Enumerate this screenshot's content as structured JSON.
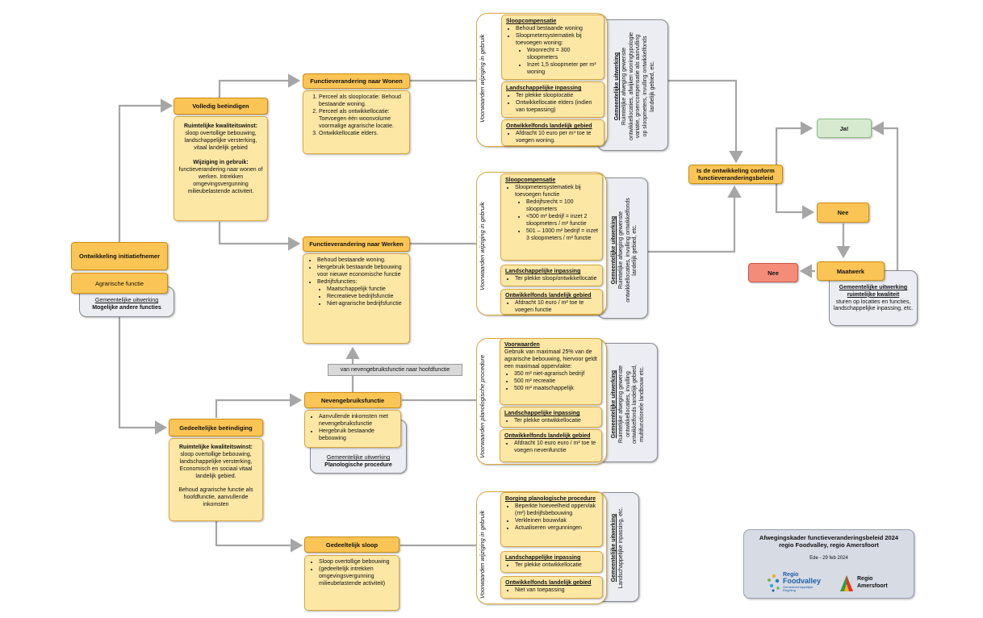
{
  "start": {
    "title": "Ontwikkeling initiatiefnemer",
    "sub": "Agrarische functie",
    "gem_title": "Gemeentelijke uitwerking",
    "gem_text": "Mogelijke andere functies"
  },
  "volledig": {
    "title": "Volledig beëindigen",
    "head1": "Ruimtelijke kwaliteitswinst:",
    "text1": "sloop overtollige bebouwing, landschappelijke versterking, vitaal landelijk gebied",
    "head2": "Wijziging in gebruik:",
    "text2": "functieverandering naar wonen of werken. Intrekken omgevingsvergunning milieubelastende activiteit."
  },
  "gedeeltelijk": {
    "title": "Gedeeltelijke beëindiging",
    "head1": "Ruimtelijke kwaliteitswinst:",
    "text1": "sloop overtollige bebouwing, landschappelijke versterking, Economisch en sociaal vitaal landelijk gebied.",
    "text2": "Behoud agrarische functie als hoofdfunctie, aanvullende inkomsten"
  },
  "wonen": {
    "title": "Functieverandering naar Wonen",
    "items": [
      "Perceel als sloopIocatie: Behoud bestaande woning.",
      "Perceel als ontwikkellocatie: Toevoegen één woonvolume voormalige agrarische locatie.",
      "Ontwikkellocatie elders."
    ]
  },
  "werken": {
    "title": "Functieverandering  naar Werken",
    "items": [
      "Behoud bestaande woning.",
      "Hergebruik bestaande bebouwing voor nieuwe economische functie",
      "Bedrijfsfuncties:"
    ],
    "sub": [
      "Maatschappelijk functie",
      "Recreatieve bedrijfsfunctie",
      "Niet-agrarische bedrijfsfunctie"
    ]
  },
  "neven": {
    "title": "Nevengebruiksfunctie",
    "items": [
      "Aanvullende inkomsten met nevengebruiksfunctie",
      "Hergebruik bestaande bebouwing"
    ],
    "gem_title": "Gemeentelijke uitwerking",
    "gem_text": "Planologische procedure",
    "label": "van nevengebruiksfunctie naar hoofdfunctie"
  },
  "sloop": {
    "title": "Gedeeltelijk sloop",
    "items": [
      "Sloop overtollige bebouwing",
      "(gedeeltelijk intrekken omgevingsvergunning milieubelastende activiteit)"
    ]
  },
  "panel1": {
    "side": "Voorwaarden wijziging in gebruik",
    "s1_title": "Sloopcompensatie",
    "s1_items": [
      "Behoud bestaande woning",
      "Sloopmetersystematiek bij toevoegen woning:"
    ],
    "s1_sub": [
      "Woonrecht = 300 sloopmeters",
      "Inzet 1,5 sloopmeter per m³ woning"
    ],
    "s2_title": "Landschappelijke inpassing",
    "s2_items": [
      "Ter plekke sloopIocatie",
      "Ontwikkellocatie elders (indien van toepassing)"
    ],
    "s3_title": "Ontwikkelfonds landelijk gebied",
    "s3_items": [
      "Afdracht 10 euro per m³ toe te voegen woning."
    ],
    "gem_title": "Gemeentelijke uitwerking",
    "gem_text": "Ruimtelijke afweging gewenste ontwikkellocaties, afwijken woningtypologie variatie, groencompensatie als aanvulling op sloopmeters, invulling ontwikkelfonds landelijk gebied, etc."
  },
  "panel2": {
    "side": "Voorwaarden wijziging in gebruik",
    "s1_title": "Sloopcompensatie",
    "s1_items": [
      "Sloopmetersystematiek bij toevoegen functie"
    ],
    "s1_sub": [
      "Bedrijfsrecht = 100 sloopmeters",
      "<500 m² bedrijf = inzet 2 sloopmeters / m² functie",
      "501 – 1000 m² bedrijf = inzet 3 sloopmeters / m² functie"
    ],
    "s2_title": "Landschappelijke inpassing",
    "s2_items": [
      "Ter plekke sloop/ontwikkellocatie"
    ],
    "s3_title": "Ontwikkelfonds landelijk gebied",
    "s3_items": [
      "Afdracht 10 euro / m² toe te voegen functie"
    ],
    "gem_title": "Gemeentelijke uitwerking",
    "gem_text": "Ruimtelijke afweging gewenste ontwikkellocaties, invulling ontwikkelfonds landelijk gebied, etc."
  },
  "panel3": {
    "side": "Voorwaarden planologische procedure",
    "s1_title": "Voorwaarden",
    "s1_text": "Gebruik van maximaal 25% van de agrarische bebouwing, hiervoor geldt een maximaal oppervlakte:",
    "s1_items": [
      "350 m² niet-agrarisch bedrijf",
      "500 m² recreatie",
      "500 m² maatschappelijk"
    ],
    "s2_title": "Landschappelijke inpassing",
    "s2_items": [
      "Ter plekke ontwikkellocatie"
    ],
    "s3_title": "Ontwikkelfonds landelijk gebied",
    "s3_items": [
      "Afdracht 10 euro euro / m² toe te voegen nevenfunctie"
    ],
    "gem_title": "Gemeentelijke uitwerking",
    "gem_text": "Ruimtelijke afweging gewenste ontwikkellocaties, invulling ontwikkelfonds landelijk gebied, multifunctionele landbouw etc."
  },
  "panel4": {
    "side": "Voorwaarden wijziging in gebruik",
    "s1_title": "Borging planologische procedure",
    "s1_items": [
      "Beperkte hoeveelheid oppervlak (m²) bedrijfsbebouwing",
      "Verkleinen bouwvlak",
      "Actualiseren vergunningen"
    ],
    "s2_title": "Landschappelijke inpassing",
    "s2_items": [
      "Ter plekke ontwikkellocatie"
    ],
    "s3_title": "Ontwikkelfonds landelijk gebied",
    "s3_items": [
      "Niet van toepassing"
    ],
    "gem_title": "Gemeentelijke uitwerking",
    "gem_text": "Landschappelijke inpassing, etc."
  },
  "decision": {
    "question": "Is de ontwikkeling conform functieveranderingsbeleid",
    "yes": "Ja!",
    "no": "Nee",
    "maatwerk": "Maatwerk",
    "no2": "Nee",
    "gem_title": "Gemeentelijke uitwerking ruimtelijke kwaliteit",
    "gem_text": "sturen op locaties en functies, landschappelijke inpassing, etc."
  },
  "info": {
    "title": "Afwegingskader functieveranderingsbeleid 2024",
    "subtitle": "regio Foodvalley, regio Amersfoort",
    "date": "Ede - 29 feb 2024",
    "logo1_a": "Regio",
    "logo1_b": "Foodvalley",
    "logo1_c": "Gemeenschappelijke Regeling",
    "logo2_a": "Regio",
    "logo2_b": "Amersfoort"
  },
  "colors": {
    "accent": "#fbc555",
    "light": "#fde7a5",
    "gray": "#ebedf2",
    "green": "#d6ead0",
    "red": "#f48c7a",
    "line": "#a6a6a6"
  }
}
